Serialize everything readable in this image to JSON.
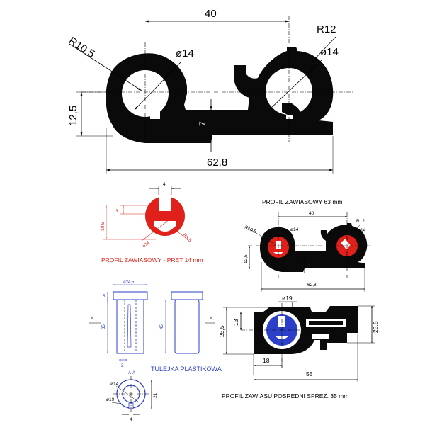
{
  "main_profile": {
    "dim_width_top": "40",
    "dim_radius_left": "R10,5",
    "dim_radius_right": "R12",
    "dim_dia_left": "ø14",
    "dim_dia_right": "ø14",
    "dim_height": "12,5",
    "dim_web": "7",
    "dim_total_width": "62,8"
  },
  "red_profile": {
    "dim_4": "4",
    "dim_3": "3",
    "dim_10_5": "10,5",
    "dim_dia": "ø14",
    "dim_r": "R3,5",
    "caption": "PROFIL ZAWIASOWY - PRET 14 mm"
  },
  "small_profile": {
    "title": "PROFIL ZAWIASOWY 63 mm",
    "dim_40": "40",
    "dim_r10_5": "R10,5",
    "dim_r12": "R12",
    "dim_dia_left": "ø14",
    "dim_dia_right": "ø14",
    "dim_12_5": "12,5",
    "dim_7": "7",
    "dim_62_8": "62,8"
  },
  "bushing": {
    "dim_dia_top": "ø24,5",
    "dim_5": "5",
    "dim_35": "35",
    "dim_45": "45",
    "dim_2": "2",
    "section_a_left": "A",
    "section_a_right": "A",
    "caption": "TULEJKA PLASTIKOWA",
    "section_title": "A-A",
    "dim_dia14": "ø14",
    "dim_dia19": "ø19",
    "dim_21": "21",
    "dim_4": "4"
  },
  "intermediate_profile": {
    "dim_dia19": "ø19",
    "dim_25_5": "25,5",
    "dim_13": "13",
    "dim_23_5": "23,5",
    "dim_18": "18",
    "dim_55": "55",
    "caption": "PROFIL ZAWIASU POSREDNI SPREZ. 35 mm"
  },
  "colors": {
    "profile_black": "#0a0a0a",
    "accent_red": "#e0201a",
    "accent_blue": "#2b3fc8"
  }
}
